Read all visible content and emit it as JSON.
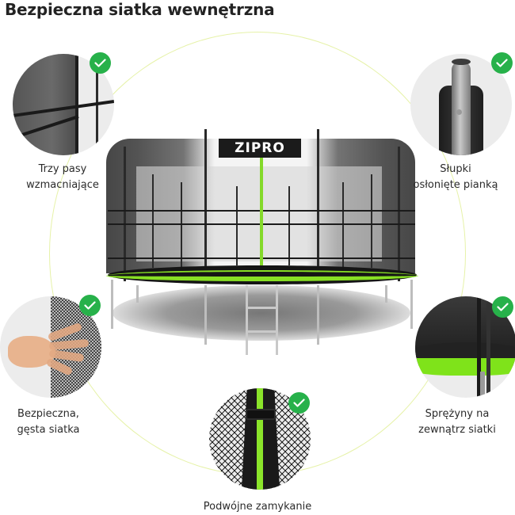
{
  "title": "Bezpieczna siatka wewnętrzna",
  "product": {
    "brand_logo": "ZIPRO",
    "name": "trampoline with inner safety net"
  },
  "colors": {
    "accent_green": "#88e024",
    "check_green": "#27b14a",
    "ring": "#e6f2a8",
    "text": "#2b2b2b"
  },
  "features": [
    {
      "id": "straps",
      "label_line1": "Trzy pasy",
      "label_line2": "wzmacniające",
      "icon": "check-icon"
    },
    {
      "id": "poles",
      "label_line1": "Słupki",
      "label_line2": "osłonięte pianką",
      "icon": "check-icon"
    },
    {
      "id": "mesh",
      "label_line1": "Bezpieczna,",
      "label_line2": "gęsta siatka",
      "icon": "check-icon"
    },
    {
      "id": "springs",
      "label_line1": "Sprężyny na",
      "label_line2": "zewnątrz siatki",
      "icon": "check-icon"
    },
    {
      "id": "zipper",
      "label_line1": "Podwójne zamykanie",
      "label_line2": "",
      "icon": "check-icon"
    }
  ]
}
